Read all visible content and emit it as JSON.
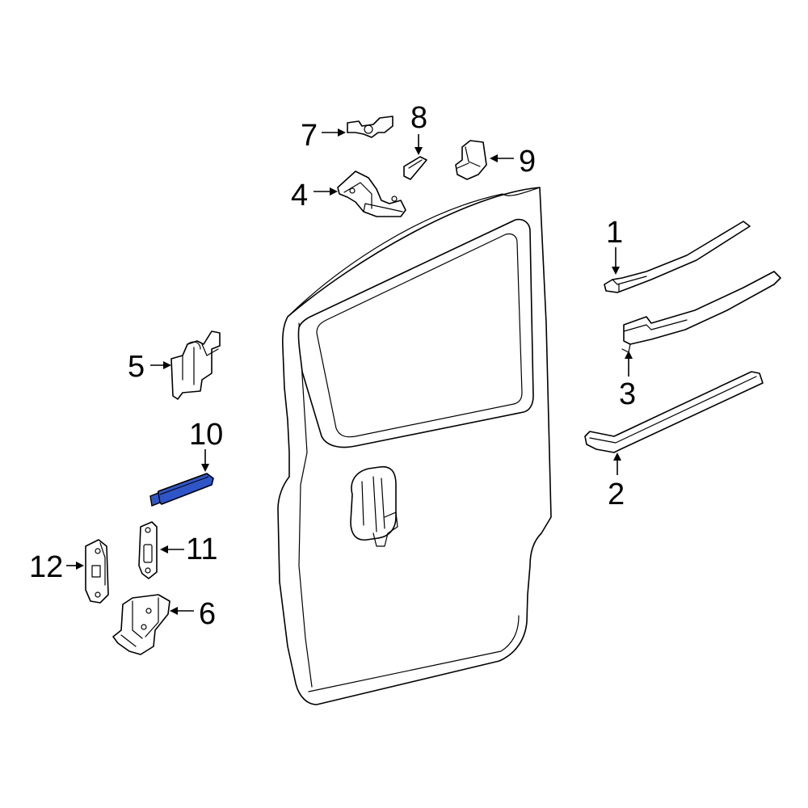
{
  "highlight_color": "#2f56c8",
  "line_color": "#000000",
  "background_color": "#ffffff",
  "callouts": {
    "c1": "1",
    "c2": "2",
    "c3": "3",
    "c4": "4",
    "c5": "5",
    "c6": "6",
    "c7": "7",
    "c8": "8",
    "c9": "9",
    "c10": "10",
    "c11": "11",
    "c12": "12"
  }
}
